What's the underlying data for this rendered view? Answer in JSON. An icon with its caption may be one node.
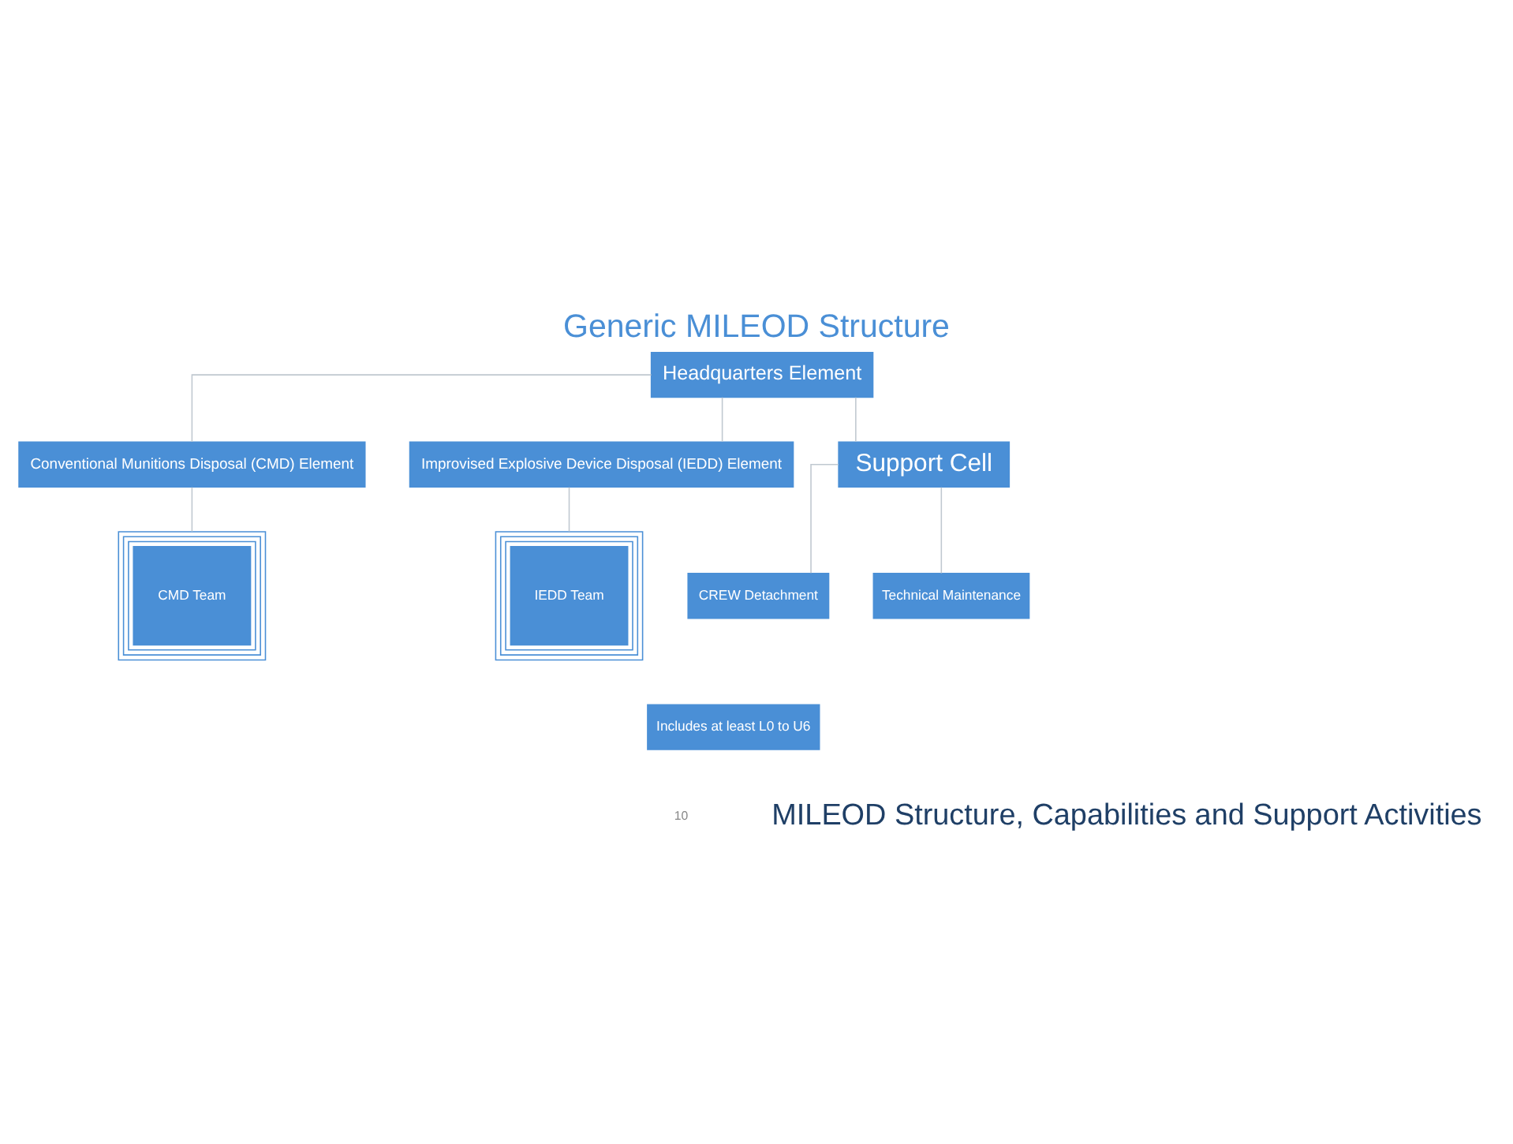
{
  "diagram": {
    "title": "Generic MILEOD Structure",
    "nodes": [
      {
        "text": [
          "Headquarters Element"
        ]
      },
      {
        "text": [
          "Conventional Munitions Disposal (CMD) Element"
        ]
      },
      {
        "text": [
          "Improvised Explosive Device Disposal (IEDD) Element"
        ]
      },
      {
        "text": [
          "Support Cell"
        ]
      },
      {
        "text": [
          "CMD Team"
        ]
      },
      {
        "text": [
          "IEDD Team"
        ]
      },
      {
        "text": [
          "CREW Detachment"
        ]
      },
      {
        "text": [
          "Technical Maintenance"
        ]
      },
      {
        "text": [
          "Includes at least L0 to U6"
        ]
      }
    ],
    "edges": [
      {
        "from": 0,
        "to": 1,
        "arrow": "none"
      },
      {
        "from": 0,
        "to": 2,
        "arrow": "none"
      },
      {
        "from": 0,
        "to": 3,
        "arrow": "none"
      },
      {
        "from": 1,
        "to": 4,
        "arrow": "none"
      },
      {
        "from": 2,
        "to": 5,
        "arrow": "none"
      },
      {
        "from": 3,
        "to": 6,
        "arrow": "none"
      },
      {
        "from": 3,
        "to": 7,
        "arrow": "none"
      }
    ],
    "labels": [
      "MILEOD Structure, Capabilities and Support Activities",
      "10"
    ]
  }
}
